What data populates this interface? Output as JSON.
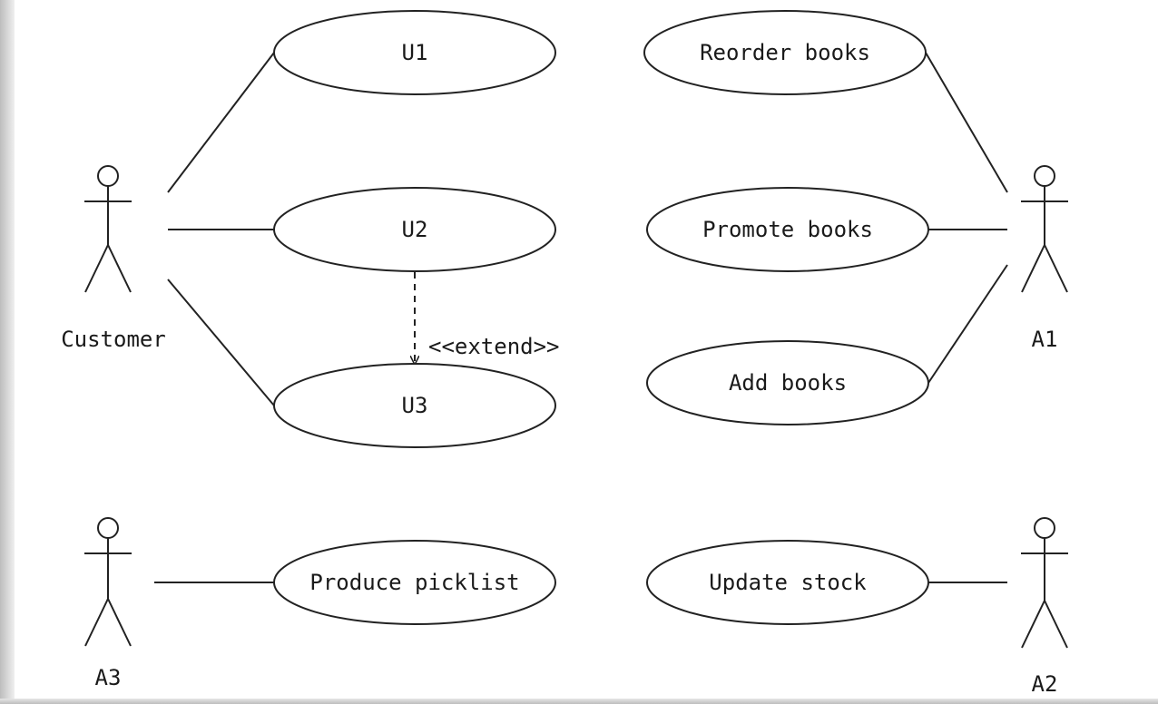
{
  "actors": {
    "customer": "Customer",
    "a1": "A1",
    "a2": "A2",
    "a3": "A3"
  },
  "use_cases": {
    "u1": "U1",
    "u2": "U2",
    "u3": "U3",
    "reorder": "Reorder books",
    "promote": "Promote books",
    "add": "Add books",
    "picklist": "Produce picklist",
    "update": "Update stock"
  },
  "relations": {
    "extend_label": "<<extend>>"
  },
  "colors": {
    "stroke": "#222222",
    "background": "#ffffff"
  }
}
